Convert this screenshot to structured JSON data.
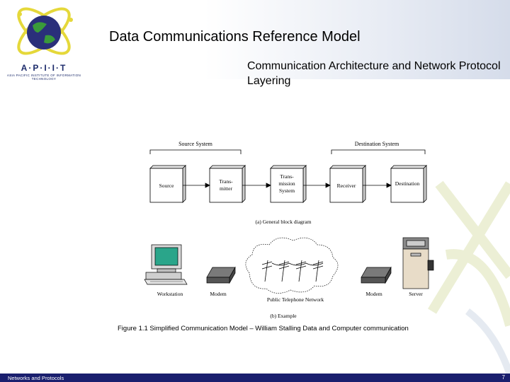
{
  "header": {
    "logo": {
      "name": "A·P·I·I·T",
      "subline": "ASIA PACIFIC INSTITUTE OF INFORMATION TECHNOLOGY"
    },
    "title": "Data Communications Reference Model"
  },
  "subtitle": "Communication Architecture and Network Protocol Layering",
  "figure": {
    "source_system": "Source System",
    "destination_system": "Destination System",
    "blocks": {
      "source": "Source",
      "transmitter_1": "Trans-",
      "transmitter_2": "mitter",
      "tx_system_1": "Trans-",
      "tx_system_2": "mission",
      "tx_system_3": "System",
      "receiver": "Receiver",
      "destination": "Destination"
    },
    "label_a": "(a) General block diagram",
    "example": {
      "workstation": "Workstation",
      "modem_left": "Modem",
      "network": "Public Telephone Network",
      "modem_right": "Modem",
      "server": "Server"
    },
    "label_b": "(b) Example"
  },
  "caption": "Figure 1.1 Simplified Communication Model – William Stalling Data and Computer communication",
  "footer": {
    "left": "Networks and Protocols",
    "page": "7"
  },
  "colors": {
    "footer_bg": "#1a1f6e",
    "logo_globe": "#2a2f7a",
    "logo_ring": "#e5d83a",
    "logo_leaf": "#3a9a3a"
  }
}
